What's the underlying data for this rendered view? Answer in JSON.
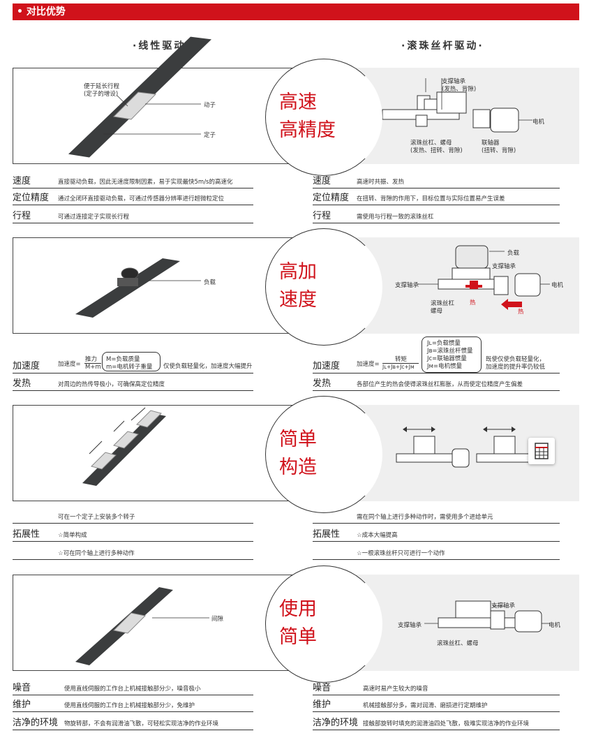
{
  "header": {
    "title": "• 对比优势"
  },
  "columns": {
    "left": "·线性驱动·",
    "right": "·滚珠丝杆驱动·"
  },
  "sections": [
    {
      "badge": [
        "高速",
        "高精度"
      ],
      "left_annotations": {
        "extend": "便于延长行程",
        "extend_sub": "(定子的增设)",
        "mover": "动子",
        "stator": "定子"
      },
      "right_annotations": {
        "bearing": "支撑轴承",
        "bearing_sub": "(发热、背隙)",
        "motor": "电机",
        "screw": "滚珠丝杠、螺母",
        "screw_sub": "(发热、扭转、背隙)",
        "coupling": "联轴器",
        "coupling_sub": "(扭转、背隙)"
      },
      "rows": [
        {
          "label": "速度",
          "left": "直接驱动负载，因此无速度限制因素，易于实现最快5m/s的高速化",
          "right_label": "速度",
          "right": "高速时共振、发热"
        },
        {
          "label": "定位精度",
          "left": "通过全闭环直接驱动负载，可通过传感器分辨率进行超微粒定位",
          "right_label": "定位精度",
          "right": "在扭转、背隙的作用下，目标位置与实际位置易产生误差"
        },
        {
          "label": "行程",
          "left": "可通过连接定子实现长行程",
          "right_label": "行程",
          "right": "需使用与行程一致的滚珠丝杠"
        }
      ]
    },
    {
      "badge": [
        "高加",
        "速度"
      ],
      "left_annotations": {
        "load": "负载"
      },
      "right_annotations": {
        "load": "负载",
        "bearing1": "支撑轴承",
        "bearing2": "支撑轴承",
        "motor": "电机",
        "screw": "滚珠丝杠",
        "nut": "螺母",
        "heat1": "热",
        "heat2": "热"
      },
      "accel_left": {
        "label": "加速度",
        "prefix": "加速度=",
        "num": "推力",
        "den": "M+m",
        "m1": "M=负载质量",
        "m2": "m=电机转子重量",
        "note": "仅使负载轻量化，加速度大幅提升"
      },
      "accel_right": {
        "label": "加速度",
        "prefix": "加速度=",
        "num": "转矩",
        "den": "Jʟ+Jʙ+Jᴄ+Jᴍ",
        "j1": "Jʟ=负载惯量",
        "j2": "Jʙ=滚珠丝杆惯量",
        "j3": "Jᴄ=联轴器惯量",
        "j4": "Jᴍ=电机惯量",
        "note1": "既使仅使负载轻量化，",
        "note2": "加速度的提升率仍较低"
      },
      "rows": [
        {
          "label": "发热",
          "left": "对周边的热传导极小，可确保高定位精度",
          "right_label": "发热",
          "right": "各部位产生的热会使得滚珠丝杠膨胀，从而使定位精度产生偏差"
        }
      ]
    },
    {
      "badge": [
        "简单",
        "构造"
      ],
      "extend": {
        "label": "拓展性",
        "left": [
          "可在一个定子上安装多个转子",
          "☆简单构成",
          "☆可在同个轴上进行多种动作"
        ],
        "right_label": "拓展性",
        "right": [
          "需在同个轴上进行多种动作时，需使用多个进给单元",
          "☆成本大幅提高",
          "☆一根滚珠丝杆只可进行一个动作"
        ]
      },
      "icons": {
        "calc": "calculator-icon"
      }
    },
    {
      "badge": [
        "使用",
        "简单"
      ],
      "left_annotations": {
        "gap": "间隙"
      },
      "right_annotations": {
        "bearing1": "支撑轴承",
        "bearing2": "支撑轴承",
        "motor": "电机",
        "screw": "滚珠丝杠、螺母"
      },
      "rows": [
        {
          "label": "噪音",
          "left": "使用直线伺服的工作台上机械接触部分少，噪音极小",
          "right_label": "噪音",
          "right": "高速时易产生较大的噪音"
        },
        {
          "label": "维护",
          "left": "使用直线伺服的工作台上机械接触部分少，免维护",
          "right_label": "维护",
          "right": "机械接触部分多，需对润滑、磨损进行定期维护"
        },
        {
          "label": "洁净的环境",
          "left": "物旋转部，不会有润滑油飞散，可轻松实现洁净的作业环境",
          "right_label": "洁净的环境",
          "right": "接触部旋转时填充的润滑油四处飞散，极难实现洁净的作业环境"
        }
      ]
    }
  ],
  "colors": {
    "accent": "#d0121b",
    "rail": "#3b3d3e",
    "panel_bg": "#efefef"
  }
}
